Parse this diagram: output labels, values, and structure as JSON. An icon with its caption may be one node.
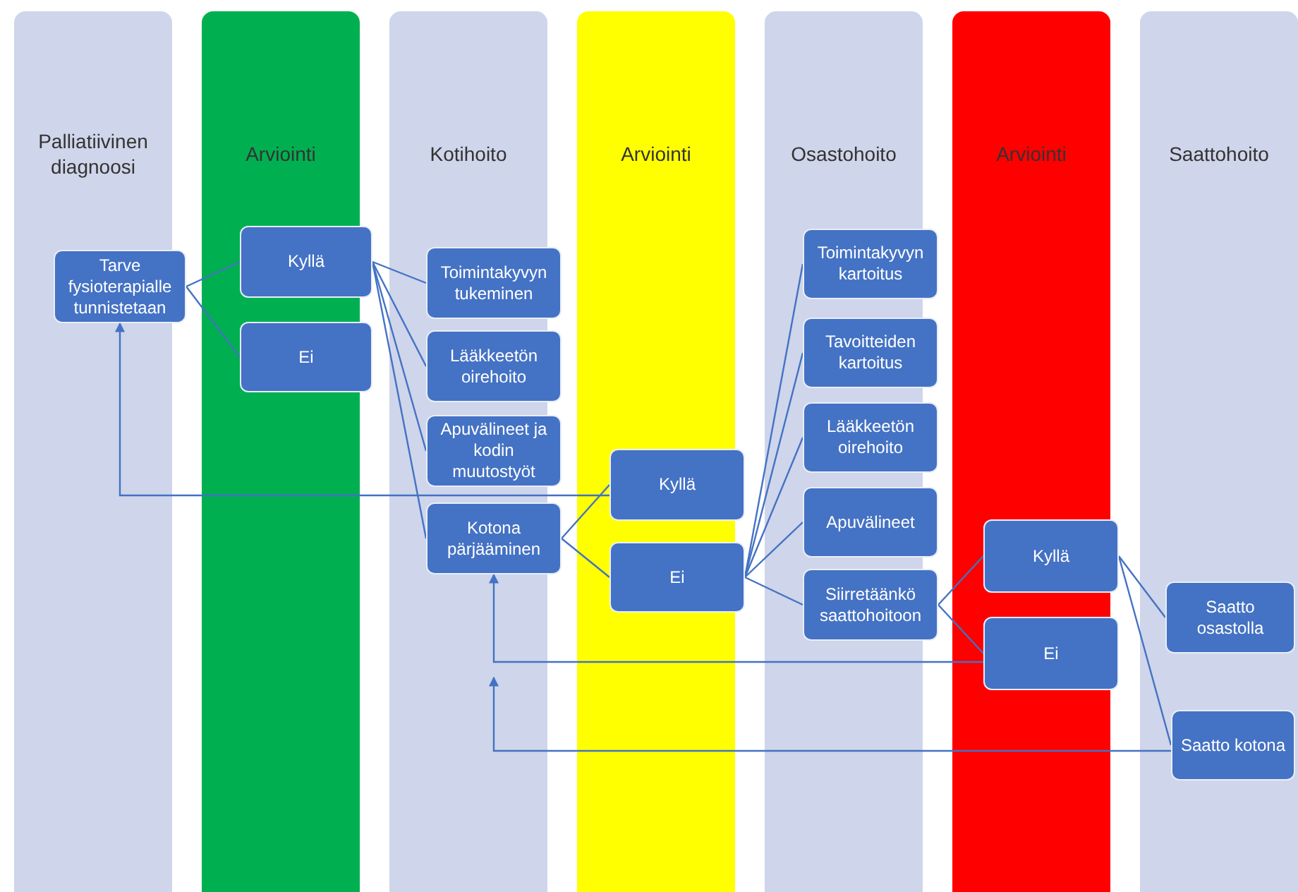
{
  "diagram": {
    "nodes": [
      {
        "text": [
          "Tarve fysioterapialle tunnistetaan"
        ]
      },
      {
        "text": [
          "Kyllä"
        ]
      },
      {
        "text": [
          "Ei"
        ]
      },
      {
        "text": [
          "Toimintakyvyn tukeminen"
        ]
      },
      {
        "text": [
          "Lääkkeetön oirehoito"
        ]
      },
      {
        "text": [
          "Apuvälineet ja kodin muutostyöt"
        ]
      },
      {
        "text": [
          "Kotona pärjääminen"
        ]
      },
      {
        "text": [
          "Kyllä"
        ]
      },
      {
        "text": [
          "Ei"
        ]
      },
      {
        "text": [
          "Toimintakyvyn kartoitus"
        ]
      },
      {
        "text": [
          "Tavoitteiden kartoitus"
        ]
      },
      {
        "text": [
          "Lääkkeetön oirehoito"
        ]
      },
      {
        "text": [
          "Apuvälineet"
        ]
      },
      {
        "text": [
          "Siirretäänkö saattohoitoon"
        ]
      },
      {
        "text": [
          "Kyllä"
        ]
      },
      {
        "text": [
          "Ei"
        ]
      },
      {
        "text": [
          "Saatto osastolla"
        ]
      },
      {
        "text": [
          "Saatto kotona"
        ]
      }
    ],
    "edges": [
      {
        "from": 0,
        "to": 1,
        "arrow": "none"
      },
      {
        "from": 0,
        "to": 2,
        "arrow": "none"
      },
      {
        "from": 1,
        "to": 3,
        "arrow": "none"
      },
      {
        "from": 1,
        "to": 4,
        "arrow": "none"
      },
      {
        "from": 1,
        "to": 5,
        "arrow": "none"
      },
      {
        "from": 1,
        "to": 6,
        "arrow": "none"
      },
      {
        "from": 6,
        "to": 7,
        "arrow": "none"
      },
      {
        "from": 6,
        "to": 8,
        "arrow": "none"
      },
      {
        "from": 7,
        "to": 0,
        "arrow": "to"
      },
      {
        "from": 8,
        "to": 9,
        "arrow": "none"
      },
      {
        "from": 8,
        "to": 10,
        "arrow": "none"
      },
      {
        "from": 8,
        "to": 11,
        "arrow": "none"
      },
      {
        "from": 8,
        "to": 12,
        "arrow": "none"
      },
      {
        "from": 8,
        "to": 13,
        "arrow": "none"
      },
      {
        "from": 13,
        "to": 14,
        "arrow": "none"
      },
      {
        "from": 13,
        "to": 15,
        "arrow": "none"
      },
      {
        "from": 14,
        "to": 16,
        "arrow": "none"
      },
      {
        "from": 14,
        "to": 17,
        "arrow": "none"
      },
      {
        "from": 15,
        "to": 6,
        "arrow": "to"
      },
      {
        "from": 17,
        "to": null,
        "arrow": "to"
      }
    ],
    "labels": [
      "Palliatiivinen diagnoosi",
      "Arviointi",
      "Kotihoito",
      "Arviointi",
      "Osastohoito",
      "Arviointi",
      "Saattohoito"
    ]
  }
}
